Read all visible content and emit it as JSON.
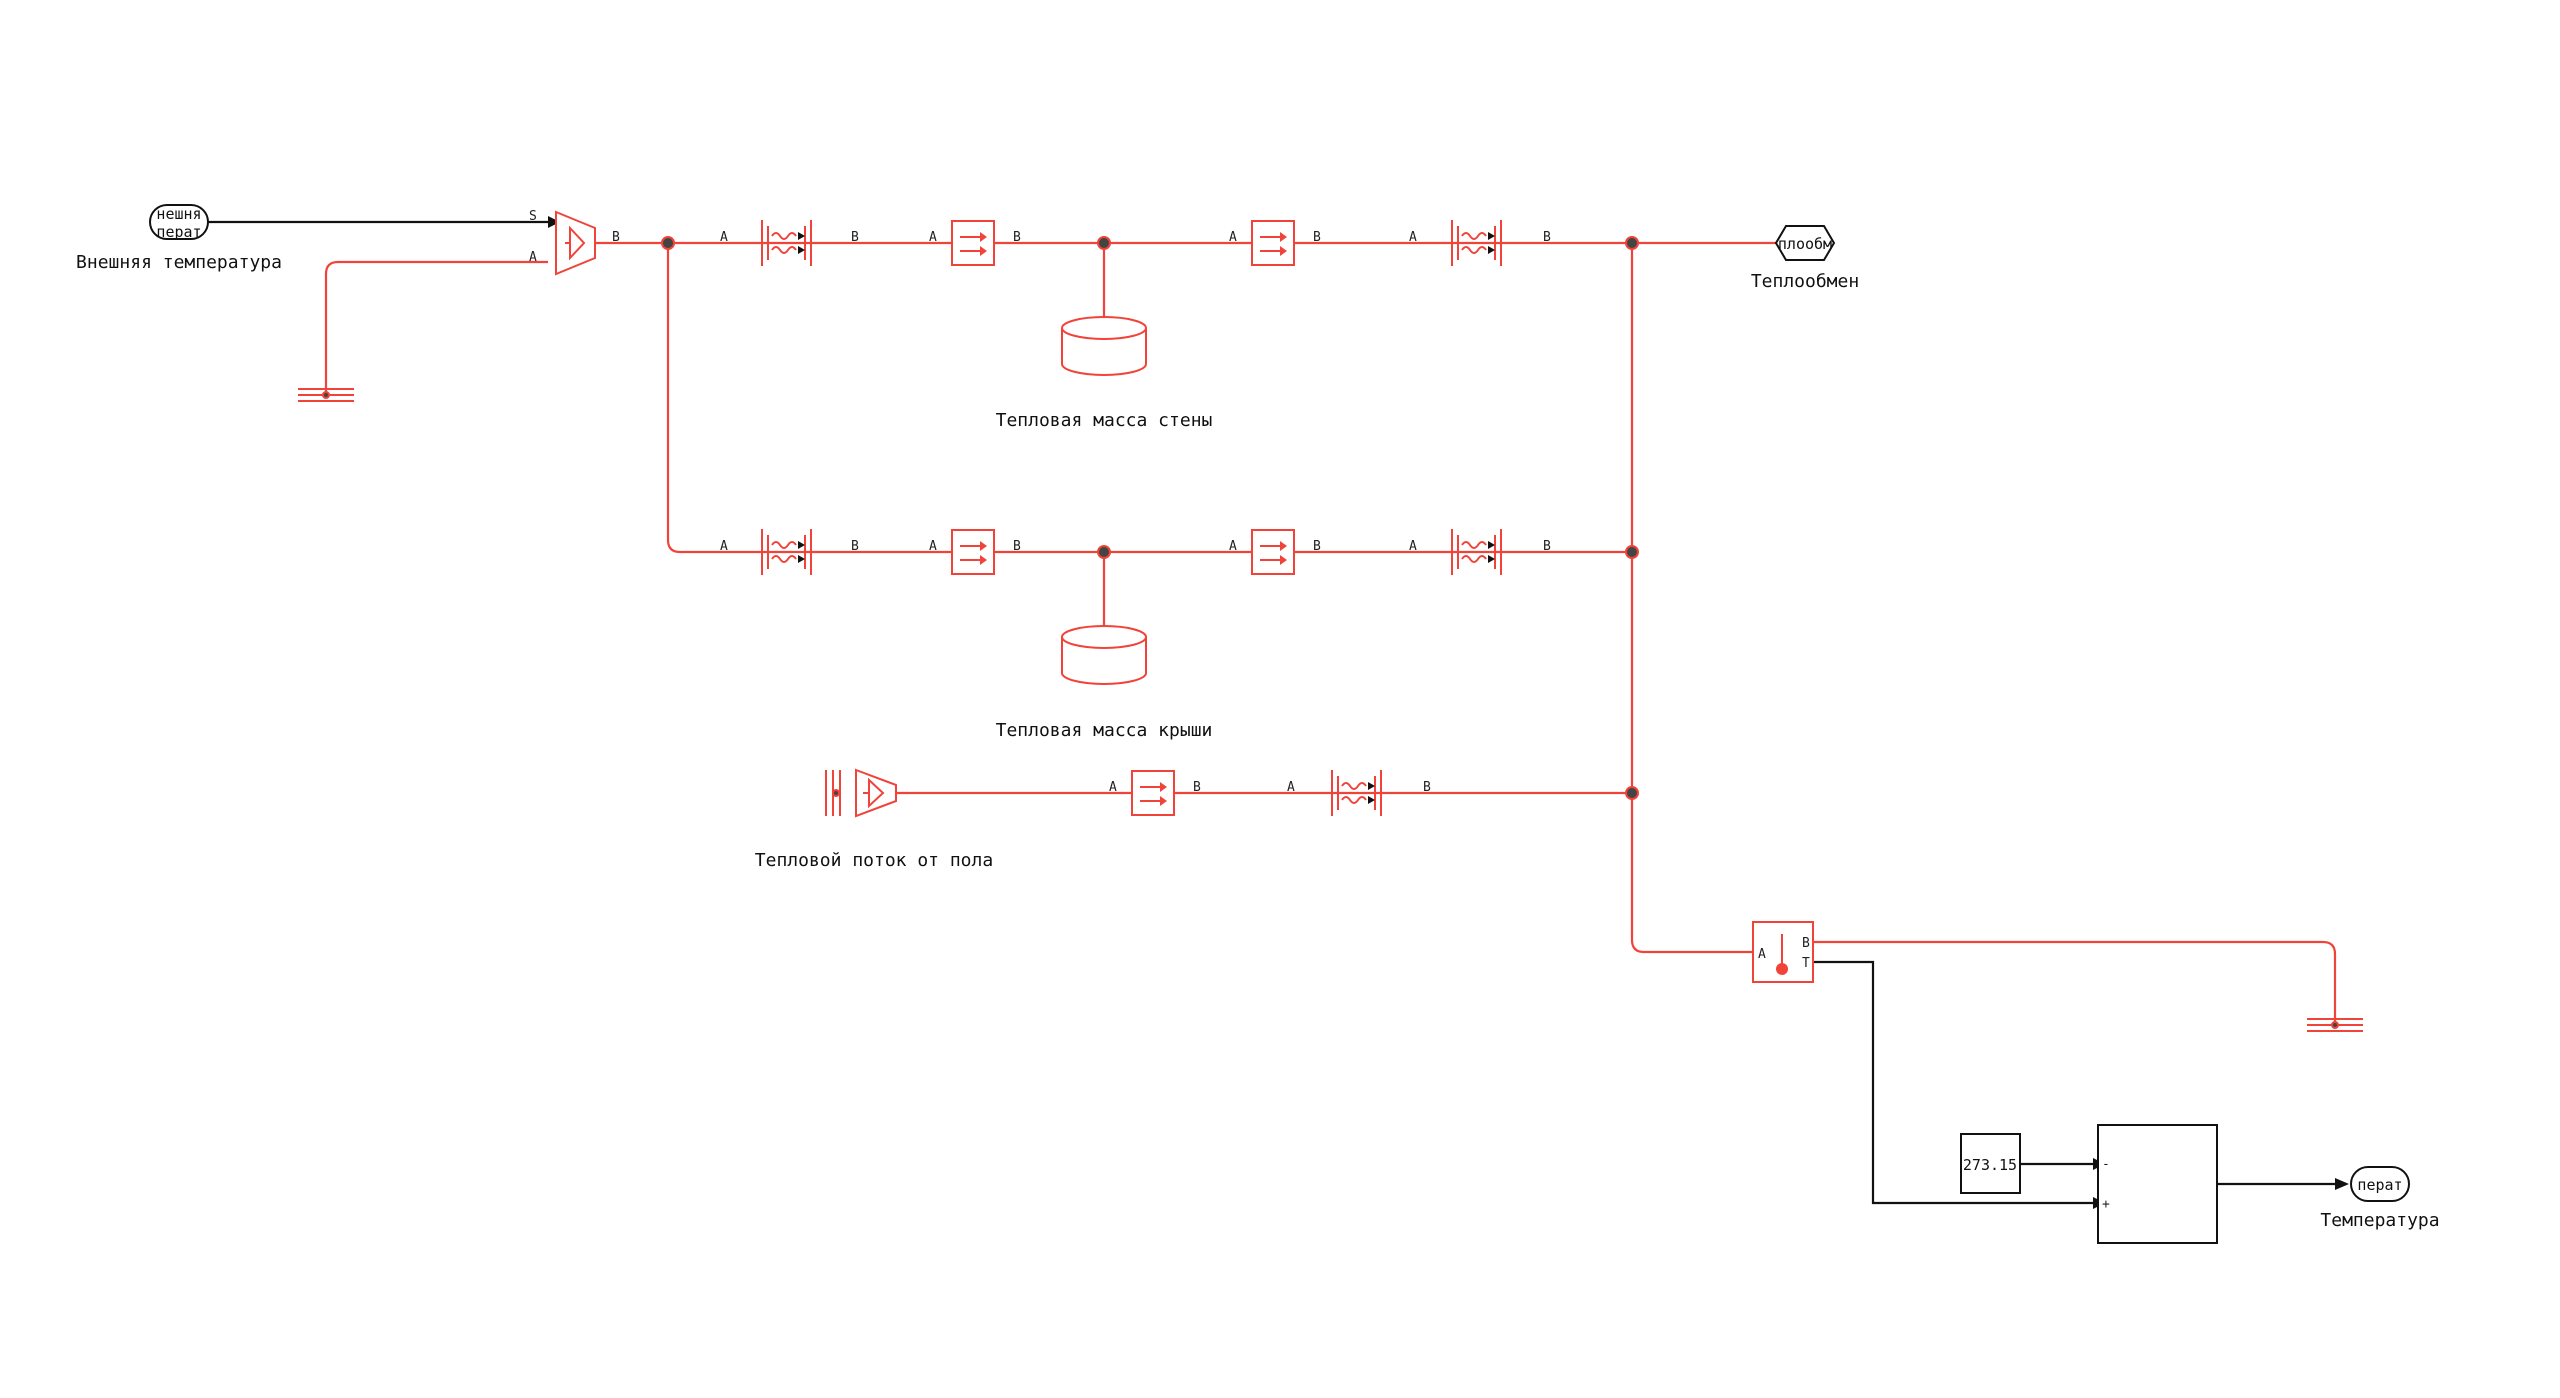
{
  "colors": {
    "physical_wire": "#f0443a",
    "signal_wire": "#111111",
    "node": "#444444",
    "background": "#ffffff"
  },
  "labels": {
    "ext_temp": "Внешняя температура",
    "wall_mass": "Тепловая масса стены",
    "roof_mass": "Тепловая масса крыши",
    "floor_flow": "Тепловой поток от пола",
    "heat_exchange": "Теплообмен",
    "temperature": "Температура"
  },
  "tags": {
    "ext_temp_line1": "нешня",
    "ext_temp_line2": "перат",
    "heat_exchange": "плообм",
    "temperature": "перат"
  },
  "constant": "273.15",
  "ports": {
    "A": "A",
    "B": "B",
    "S": "S",
    "T": "T",
    "minus": "-",
    "plus": "+"
  }
}
